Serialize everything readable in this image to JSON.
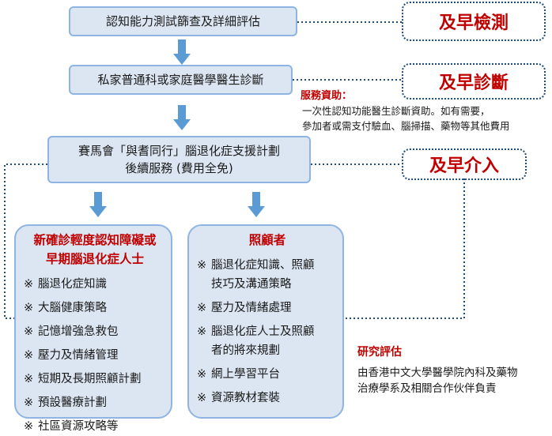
{
  "steps": {
    "screening": "認知能力測試篩查及詳細評估",
    "diagnosis": "私家普通科或家庭醫學醫生診斷",
    "program_line1": "賽馬會「與耆同行」腦退化症支援計劃",
    "program_line2": "後續服務 (費用全免)"
  },
  "tags": {
    "early_detection": "及早檢測",
    "early_diagnosis": "及早診斷",
    "early_intervention": "及早介入"
  },
  "funding": {
    "title": "服務資助：",
    "line1": "一次性認知功能醫生診斷資助。如有需要，",
    "line2": "參加者或需支付驗血、腦掃描、藥物等其他費用"
  },
  "patients": {
    "title_line1": "新確診輕度認知障礙或",
    "title_line2": "早期腦退化症人士",
    "marker": "※",
    "items": [
      "腦退化症知識",
      "大腦健康策略",
      "記憶增強急救包",
      "壓力及情緒管理",
      "短期及長期照顧計劃",
      "預設醫療計劃",
      "社區資源攻略等"
    ]
  },
  "caregivers": {
    "title": "照顧者",
    "marker": "※",
    "items": [
      {
        "line1": "腦退化症知識、照顧",
        "line2": "技巧及溝通策略"
      },
      {
        "line1": "壓力及情緒處理",
        "line2": ""
      },
      {
        "line1": "腦退化症人士及照顧",
        "line2": "者的將來規劃"
      },
      {
        "line1": "網上學習平台",
        "line2": ""
      },
      {
        "line1": "資源教材套裝",
        "line2": ""
      }
    ]
  },
  "research": {
    "title": "研究評估",
    "line1": "由香港中文大學醫學院內科及藥物",
    "line2": "治療學系及相關合作伙伴負責"
  },
  "colors": {
    "box_fill": "#dce6f2",
    "box_border": "#8eb4e3",
    "arrow": "#5b9bd5",
    "accent_red": "#c00000",
    "dotted_line": "#1f4e79"
  }
}
